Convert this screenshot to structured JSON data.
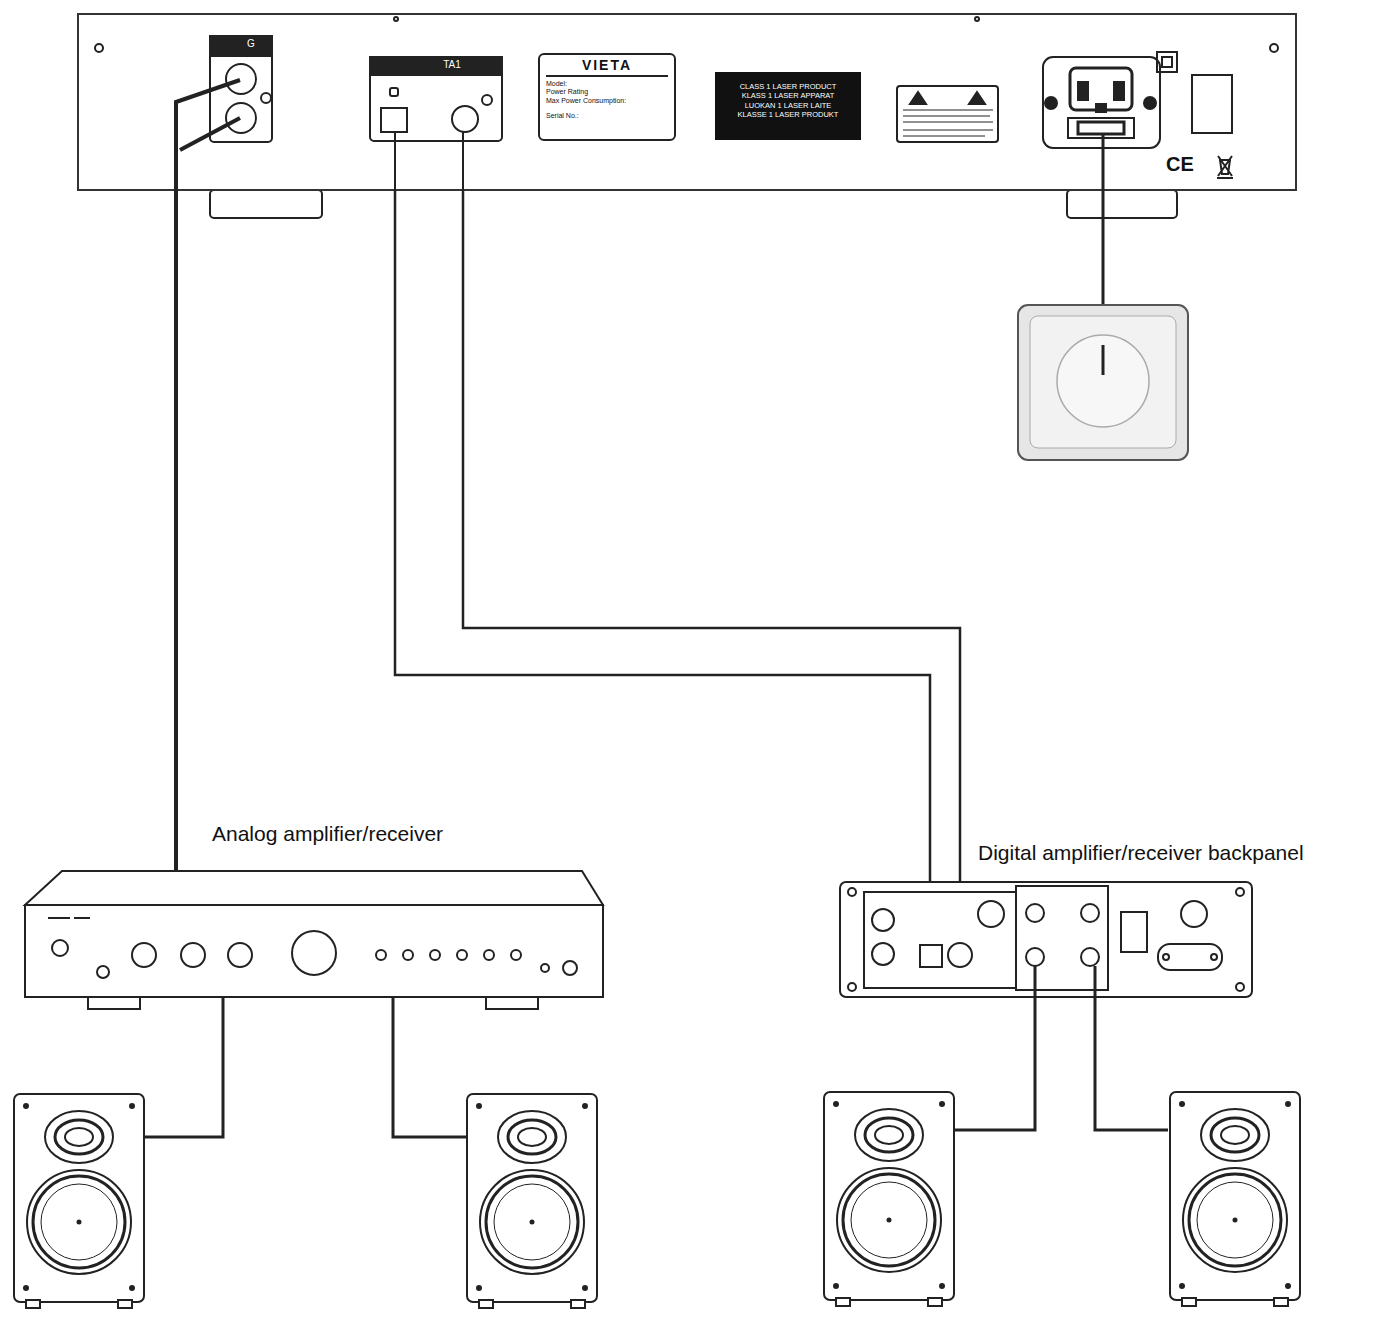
{
  "diagram": {
    "nodes": [
      {
        "text": [
          "G",
          "TA1"
        ]
      },
      {
        "text": [
          "VIETA",
          "Model:",
          "Power Rating",
          "Max Power Consumption:",
          "Serial No.:"
        ],
        "in": 0
      },
      {
        "text": [
          "CLASS 1 LASER PRODUCT",
          "KLASS 1 LASER APPARAT",
          "LUOKAN 1 LASER LAITE",
          "KLASSE 1 LASER PRODUKT"
        ],
        "in": 0
      },
      {
        "text": [
          "Analog  amplifier/receiver"
        ]
      },
      {
        "text": [
          "Digital amplifier/receiver backpanel"
        ]
      }
    ],
    "edges": [
      {
        "from": 0,
        "to": 3,
        "arrow": "none"
      },
      {
        "from": 0,
        "to": 4,
        "arrow": "none"
      },
      {
        "from": 0,
        "to": 4,
        "arrow": "none"
      }
    ],
    "labels": [
      "CE"
    ]
  }
}
